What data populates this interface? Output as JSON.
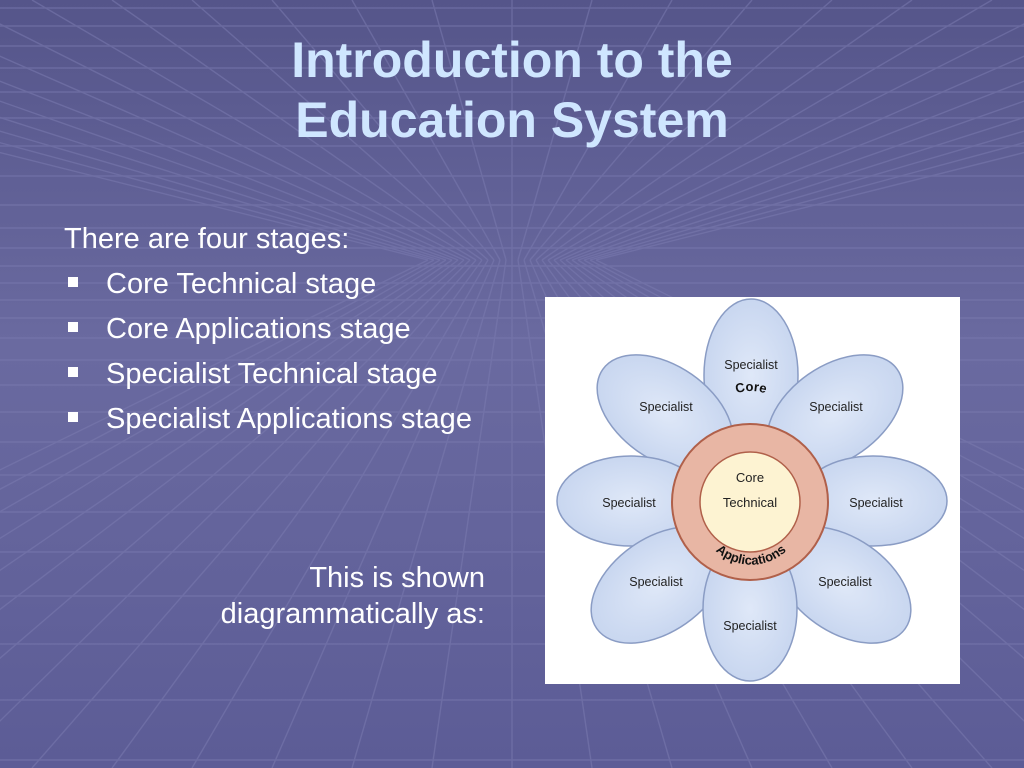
{
  "slide": {
    "title_line1": "Introduction to the",
    "title_line2": "Education System",
    "intro": "There are four stages:",
    "bullets": [
      "Core Technical stage",
      "Core Applications stage",
      "Specialist Technical stage",
      "Specialist Applications stage"
    ],
    "caption_line1": "This is shown",
    "caption_line2": "diagrammatically as:"
  },
  "diagram": {
    "petals": [
      "Specialist",
      "Specialist",
      "Specialist",
      "Specialist",
      "Specialist",
      "Specialist",
      "Specialist",
      "Specialist"
    ],
    "ring_top": "Core",
    "ring_bottom": "Applications",
    "center_line1": "Core",
    "center_line2": "Technical"
  },
  "colors": {
    "background": "#5f5f96",
    "title": "#cfe6ff",
    "text": "#ffffff",
    "petal_fill": "#cfdcf2",
    "petal_stroke": "#8a9cc4",
    "ring_fill": "#e8b6a4",
    "ring_stroke": "#b0604a",
    "center_fill": "#fdf3d2"
  }
}
